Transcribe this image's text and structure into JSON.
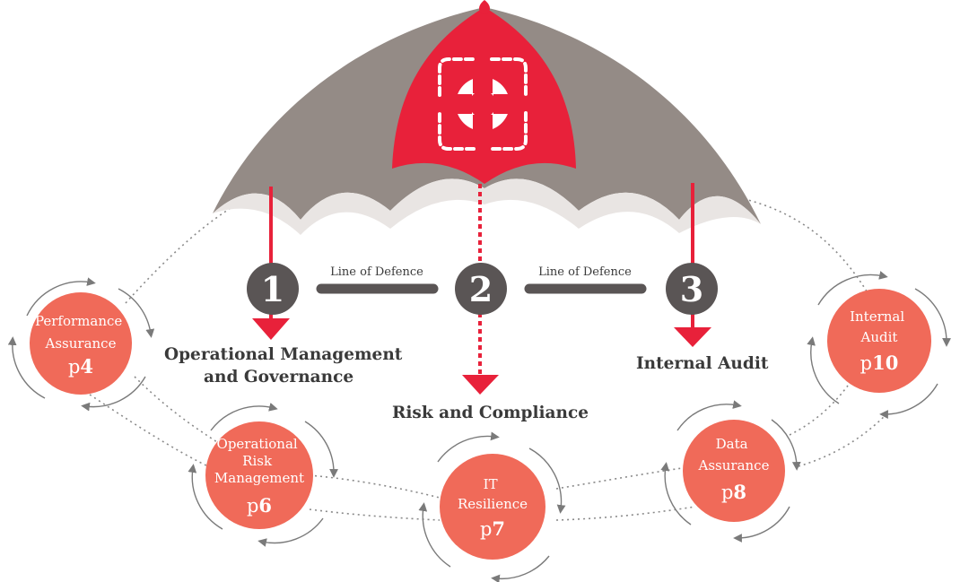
{
  "colors": {
    "umbrella_grey": "#948b86",
    "umbrella_red": "#e8213a",
    "badge_grey": "#5a5555",
    "node_fill": "#f06a59",
    "arrow_red": "#e8213a",
    "text_dark": "#3a3a3a",
    "dots": "#8a8a8a"
  },
  "umbrella": {
    "emblem_icon": "lifebuoy-icon"
  },
  "lines": [
    {
      "number": "1",
      "title_lines": [
        "Operational Management",
        "and Governance"
      ]
    },
    {
      "number": "2",
      "title_lines": [
        "Risk and Compliance"
      ]
    },
    {
      "number": "3",
      "title_lines": [
        "Internal Audit"
      ]
    }
  ],
  "connectors": [
    {
      "label": "Line of Defence"
    },
    {
      "label": "Line of Defence"
    }
  ],
  "nodes": [
    {
      "lines": [
        "Performance",
        "Assurance"
      ],
      "page_prefix": "p",
      "page_number": "4"
    },
    {
      "lines": [
        "Operational",
        "Risk",
        "Management"
      ],
      "page_prefix": "p",
      "page_number": "6"
    },
    {
      "lines": [
        "IT",
        "Resilience"
      ],
      "page_prefix": "p",
      "page_number": "7"
    },
    {
      "lines": [
        "Data",
        "Assurance"
      ],
      "page_prefix": "p",
      "page_number": "8"
    },
    {
      "lines": [
        "Internal",
        "Audit"
      ],
      "page_prefix": "p",
      "page_number": "10"
    }
  ]
}
